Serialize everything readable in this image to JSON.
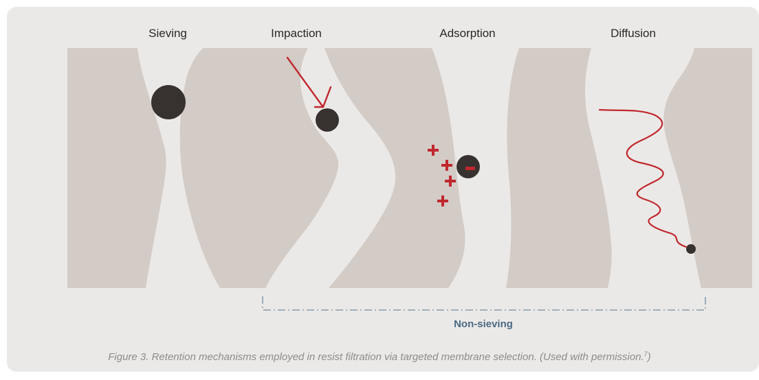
{
  "labels": {
    "sieving": "Sieving",
    "impaction": "Impaction",
    "adsorption": "Adsorption",
    "diffusion": "Diffusion"
  },
  "bracket_label": "Non-sieving",
  "caption": {
    "text": "Figure 3. Retention mechanisms employed in resist filtration via targeted membrane selection. (Used with permission.",
    "superscript": "7",
    "closing": ")"
  },
  "charges": {
    "positive": "+",
    "negative": "–"
  },
  "colors": {
    "panel_background": "#ebe9e7",
    "membrane": "#d3cbc6",
    "particle": "#37322f",
    "accent_red": "#c0272d",
    "bracket": "#6f8ba3",
    "caption_text": "#8e8b89"
  }
}
